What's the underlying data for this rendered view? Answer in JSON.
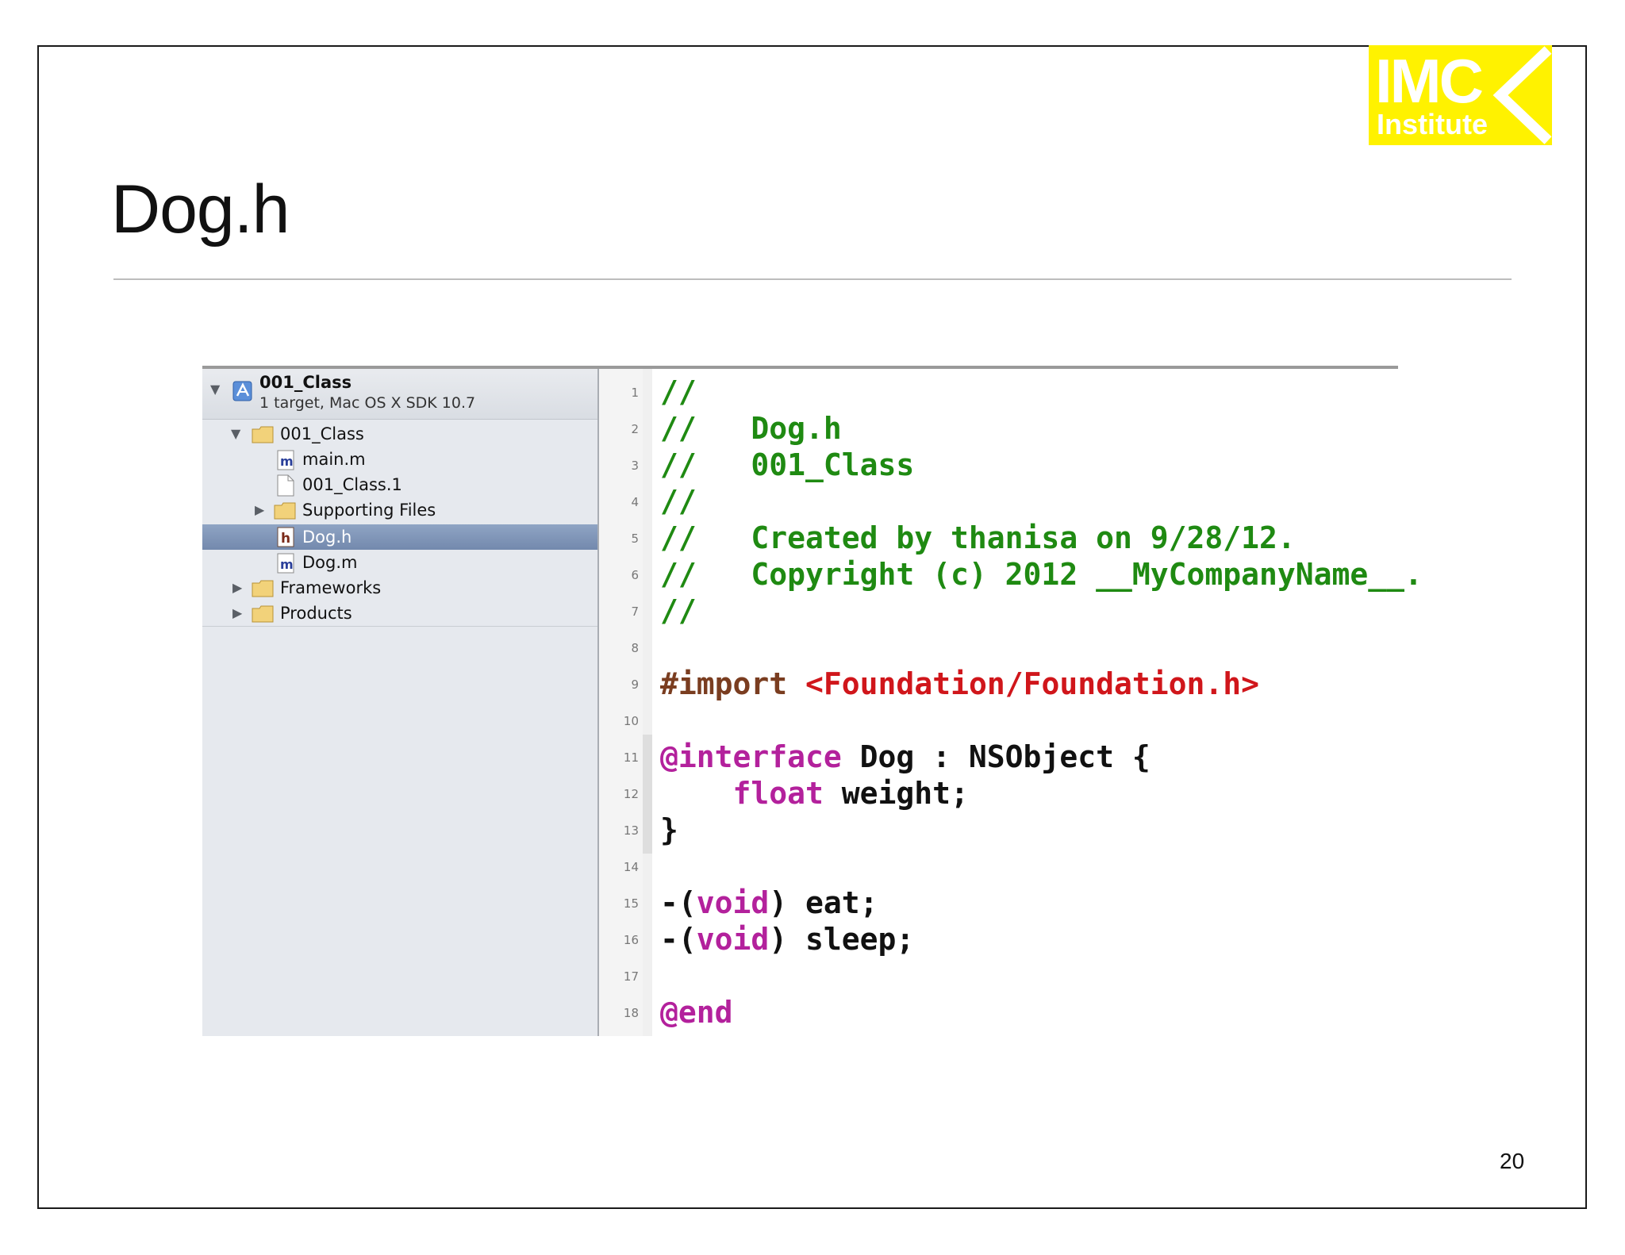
{
  "slide": {
    "title": "Dog.h",
    "page_number": "20",
    "logo": {
      "line1": "IMC",
      "line2": "Institute",
      "color": "#fff200"
    }
  },
  "navigator": {
    "project": {
      "name": "001_Class",
      "subtitle": "1 target, Mac OS X SDK 10.7",
      "icon": "xcode-project-icon"
    },
    "items": [
      {
        "label": "001_Class",
        "icon": "folder-icon",
        "expanded": true
      },
      {
        "label": "main.m",
        "icon": "m-file-icon"
      },
      {
        "label": "001_Class.1",
        "icon": "document-icon"
      },
      {
        "label": "Supporting Files",
        "icon": "folder-icon",
        "expanded": false
      },
      {
        "label": "Dog.h",
        "icon": "h-file-icon",
        "selected": true
      },
      {
        "label": "Dog.m",
        "icon": "m-file-icon"
      },
      {
        "label": "Frameworks",
        "icon": "folder-icon",
        "expanded": false
      },
      {
        "label": "Products",
        "icon": "folder-icon",
        "expanded": false
      }
    ]
  },
  "editor": {
    "line_numbers": [
      "1",
      "2",
      "3",
      "4",
      "5",
      "6",
      "7",
      "8",
      "9",
      "10",
      "11",
      "12",
      "13",
      "14",
      "15",
      "16",
      "17",
      "18"
    ],
    "lines": {
      "l1": {
        "comment": "//"
      },
      "l2": {
        "comment": "//   Dog.h"
      },
      "l3": {
        "comment": "//   001_Class"
      },
      "l4": {
        "comment": "//"
      },
      "l5": {
        "comment": "//   Created by thanisa on 9/28/12."
      },
      "l6": {
        "comment": "//   Copyright (c) 2012 __MyCompanyName__."
      },
      "l7": {
        "comment": "//"
      },
      "l9": {
        "directive": "#import",
        "path": "<Foundation/Foundation.h>"
      },
      "l11": {
        "keyword": "@interface",
        "rest": " Dog : NSObject {"
      },
      "l12": {
        "keyword": "float",
        "rest": " weight;"
      },
      "l13": {
        "text": "}"
      },
      "l15": {
        "pre": "-(",
        "keyword": "void",
        "rest": ") eat;"
      },
      "l16": {
        "pre": "-(",
        "keyword": "void",
        "rest": ") sleep;"
      },
      "l18": {
        "keyword": "@end"
      }
    },
    "colors": {
      "comment": "#1f8a12",
      "preprocessor": "#7a3d20",
      "string": "#d0161b",
      "keyword": "#b3219c"
    }
  }
}
